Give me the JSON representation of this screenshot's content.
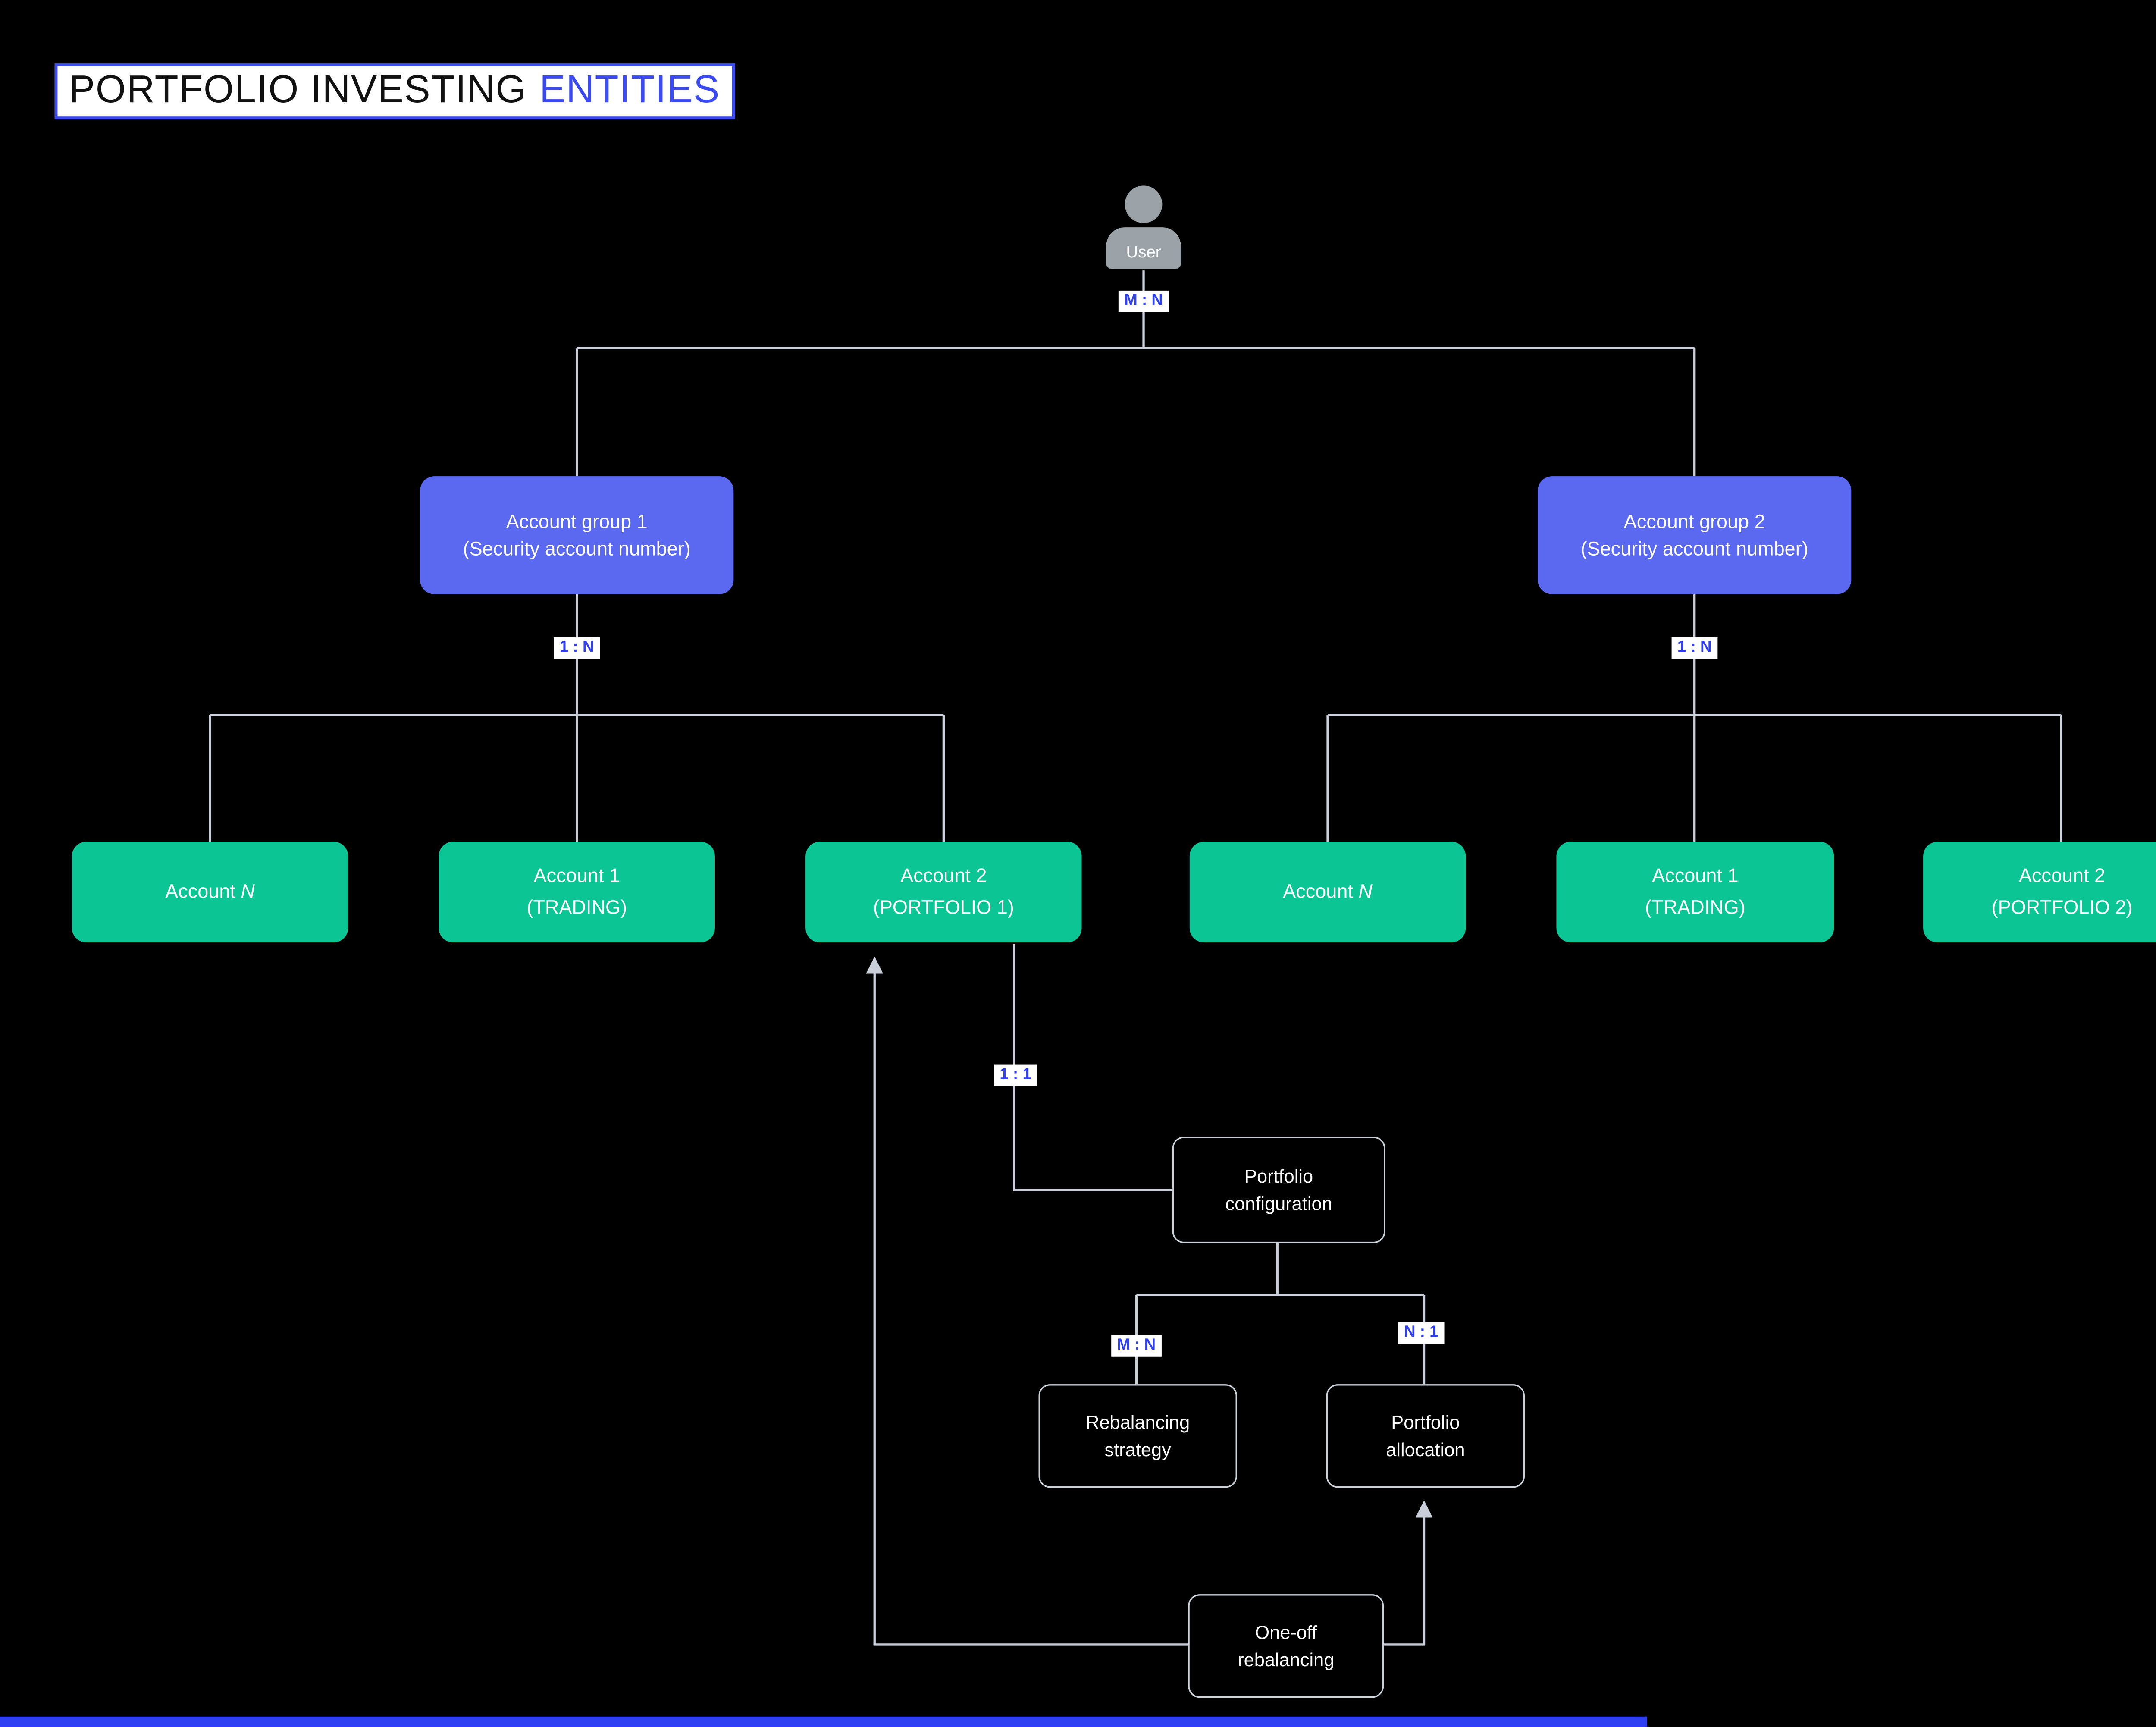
{
  "title": {
    "text_black": "PORTFOLIO INVESTING",
    "text_blue": "ENTITIES"
  },
  "user": {
    "label": "User"
  },
  "labels": {
    "user_to_groups": "M : N",
    "group1_to_accounts": "1 : N",
    "group2_to_accounts": "1 : N",
    "account_to_config": "1 : 1",
    "config_to_strategy": "M : N",
    "config_to_allocation": "N : 1"
  },
  "group1": {
    "line1": "Account group 1",
    "line2": "(Security account number)"
  },
  "group2": {
    "line1": "Account group 2",
    "line2": "(Security account number)"
  },
  "accounts": {
    "g1_n": {
      "line1": "Account ",
      "line1_italic": "N",
      "line2": ""
    },
    "g1_1": {
      "line1": "Account 1",
      "line1_italic": "",
      "line2": "(TRADING)"
    },
    "g1_2": {
      "line1": "Account 2",
      "line1_italic": "",
      "line2": "(PORTFOLIO 1)"
    },
    "g2_n": {
      "line1": "Account ",
      "line1_italic": "N",
      "line2": ""
    },
    "g2_1": {
      "line1": "Account 1",
      "line1_italic": "",
      "line2": "(TRADING)"
    },
    "g2_2": {
      "line1": "Account 2",
      "line1_italic": "",
      "line2": "(PORTFOLIO 2)"
    }
  },
  "nodes": {
    "portfolio_configuration": {
      "line1": "Portfolio",
      "line2": "configuration"
    },
    "rebalancing_strategy": {
      "line1": "Rebalancing",
      "line2": "strategy"
    },
    "portfolio_allocation": {
      "line1": "Portfolio",
      "line2": "allocation"
    },
    "one_off_rebalancing": {
      "line1": "One-off",
      "line2": "rebalancing"
    }
  },
  "colors": {
    "background": "#000000",
    "group_box": "#5b68f0",
    "account_box": "#0bc694",
    "connector": "#c9ced8",
    "relationship_label_text": "#2f3ff2",
    "title_blue": "#3b4bf0",
    "user_icon": "#9aa2a8"
  }
}
